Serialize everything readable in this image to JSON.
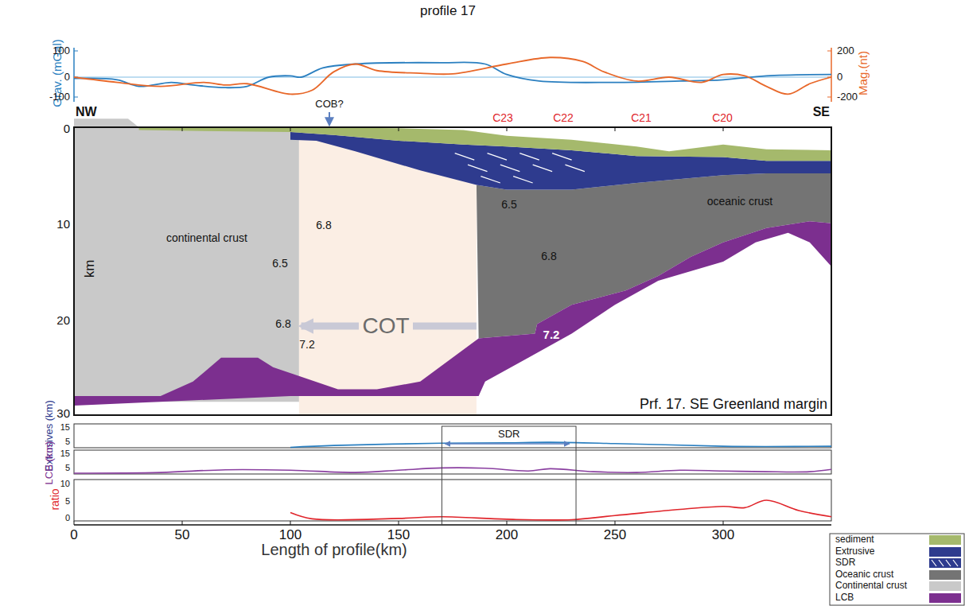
{
  "diagram": {
    "title": "profile 17",
    "labels": [
      "Grav. (mGal)",
      "100",
      "0",
      "-100",
      "Mag.(nt)",
      "200",
      "0",
      "-200",
      "NW",
      "SE",
      "COB?",
      "C23",
      "C22",
      "C21",
      "C20",
      "0",
      "10",
      "20",
      "30",
      "km",
      "continental crust",
      "6.5",
      "6.8",
      "7.2",
      "6.8",
      "COT",
      "6.5",
      "6.8",
      "oceanic crust",
      "7.2",
      "Prf. 17. SE Greenland margin",
      "Extrusives (km)",
      "15",
      "5",
      "LCB (km)",
      "15",
      "5",
      "ratio",
      "10",
      "5",
      "0",
      "SDR",
      "0",
      "50",
      "100",
      "150",
      "200",
      "250",
      "300",
      "Length of profile(km)"
    ],
    "legend": [
      {
        "text": "sediment",
        "color": "#a5b96c"
      },
      {
        "text": "Extrusive",
        "color": "#2e3b8e"
      },
      {
        "text": "SDR"
      },
      {
        "text": "Oceanic crust",
        "color": "#747474"
      },
      {
        "text": "Continental crust",
        "color": "#c9c9c9"
      },
      {
        "text": "LCB",
        "color": "#7c2f8f"
      }
    ]
  }
}
